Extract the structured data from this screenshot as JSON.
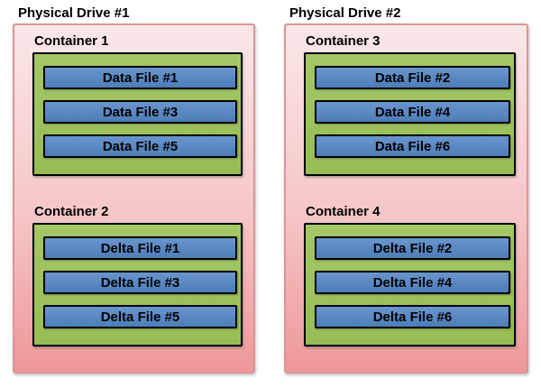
{
  "drives": [
    {
      "label": "Physical Drive #1",
      "containers": [
        {
          "label": "Container 1",
          "files": [
            "Data File #1",
            "Data File #3",
            "Data File #5"
          ]
        },
        {
          "label": "Container 2",
          "files": [
            "Delta File #1",
            "Delta File #3",
            "Delta File #5"
          ]
        }
      ]
    },
    {
      "label": "Physical Drive #2",
      "containers": [
        {
          "label": "Container 3",
          "files": [
            "Data File #2",
            "Data File #4",
            "Data File #6"
          ]
        },
        {
          "label": "Container 4",
          "files": [
            "Delta File #2",
            "Delta File #4",
            "Delta File #6"
          ]
        }
      ]
    }
  ],
  "palette": {
    "drive_fill_top": "#fbe7e8",
    "drive_fill_bottom": "#ee9798",
    "drive_border": "#dd9596",
    "container_fill": "#9fc261",
    "container_border": "#000000",
    "file_fill": "#5585c2",
    "file_border": "#000000",
    "text": "#000000",
    "background": "#ffffff"
  }
}
